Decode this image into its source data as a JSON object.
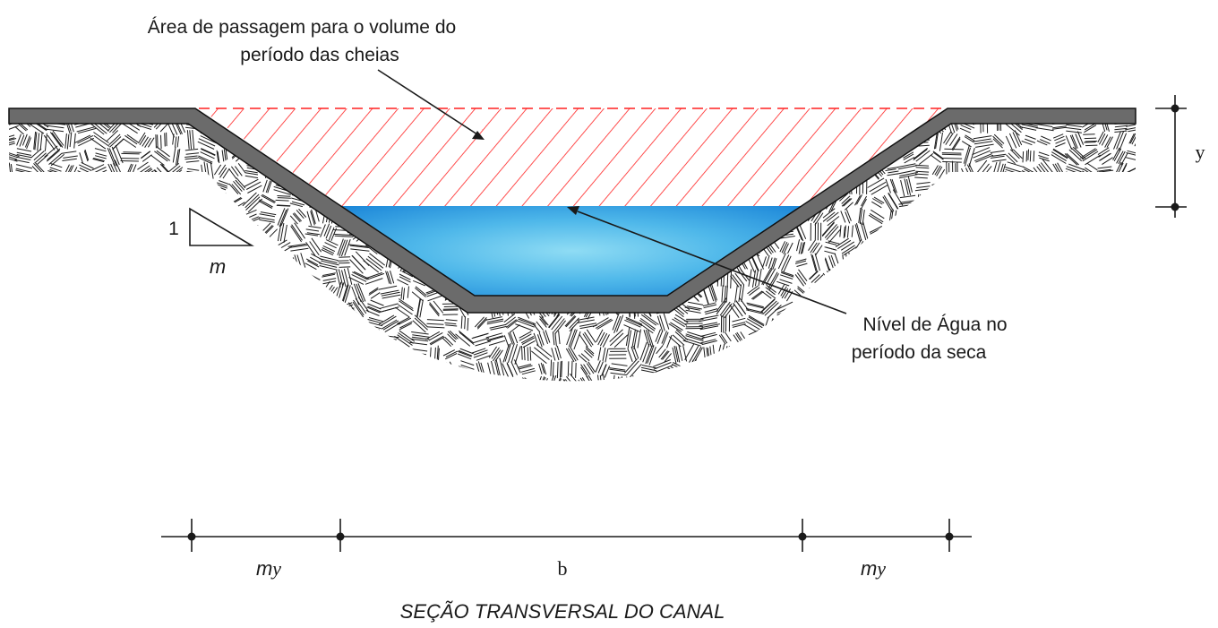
{
  "annotations": {
    "flood_area_line1": "Área de passagem para o volume do",
    "flood_area_line2": "período das cheias",
    "water_level_line1": "Nível de Água no",
    "water_level_line2": "período da seca"
  },
  "slope": {
    "rise": "1",
    "run": "m"
  },
  "dimensions": {
    "height": "y",
    "left_offset_m": "m",
    "left_offset_y": "y",
    "bottom_width": "b",
    "right_offset_m": "m",
    "right_offset_y": "y"
  },
  "caption": "SEÇÃO TRANSVERSAL DO CANAL",
  "colors": {
    "lining": "#6b6b6b",
    "hatch": "#ff2020",
    "water_center": "#7fd6f2",
    "water_edge": "#1f8fdc",
    "ink": "#1a1a1a"
  }
}
